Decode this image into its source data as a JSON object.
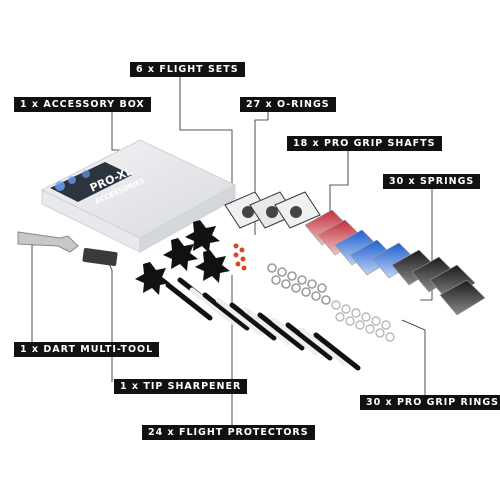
{
  "labels": {
    "flight_sets": "6 x FLIGHT SETS",
    "accessory_box": "1 x ACCESSORY BOX",
    "o_rings": "27 x O-RINGS",
    "shafts": "18 x PRO GRIP SHAFTS",
    "springs": "30 x SPRINGS",
    "multi_tool": "1 x DART MULTI-TOOL",
    "tip_sharpener": "1 x TIP SHARPENER",
    "grip_rings": "30 x PRO GRIP RINGS",
    "flight_protectors": "24 x FLIGHT PROTECTORS"
  },
  "box_text": {
    "line1": "PRO-XL",
    "line2": "ACCESSORIES"
  },
  "colors": {
    "label_bg": "#111111",
    "flight_red": "#c0303a",
    "flight_blue": "#1e5fd0",
    "flight_black": "#2a2a2a"
  }
}
